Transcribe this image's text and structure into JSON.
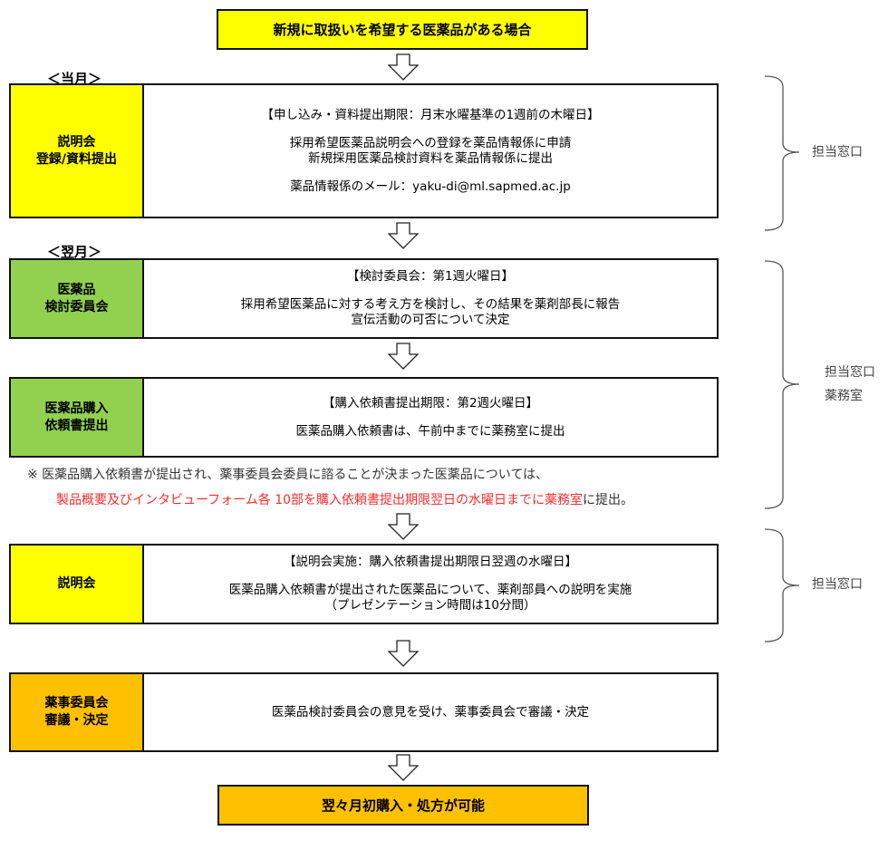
{
  "start": {
    "label": "新規に取扱いを希望する医薬品がある場合"
  },
  "months": {
    "current": "＜当月＞",
    "next": "＜翌月＞"
  },
  "steps": [
    {
      "label_lines": [
        "説明会",
        "登録/資料提出"
      ],
      "color": "#ffff00",
      "body": {
        "deadline": "【申し込み・資料提出期限：月末水曜基準の1週前の木曜日】",
        "lines": [
          "採用希望医薬品説明会への登録を薬品情報係に申請",
          "新規採用医薬品検討資料を薬品情報係に提出"
        ],
        "extra": "薬品情報係のメール：yaku-di@ml.sapmed.ac.jp"
      }
    },
    {
      "label_lines": [
        "医薬品",
        "検討委員会"
      ],
      "color": "#92d050",
      "body": {
        "deadline": "【検討委員会：第1週火曜日】",
        "lines": [
          "採用希望医薬品に対する考え方を検討し、その結果を薬剤部長に報告",
          "宣伝活動の可否について決定"
        ]
      }
    },
    {
      "label_lines": [
        "医薬品購入",
        "依頼書提出"
      ],
      "color": "#92d050",
      "body": {
        "deadline": "【購入依頼書提出期限：第2週火曜日】",
        "lines": [
          "医薬品購入依頼書は、午前中までに薬務室に提出"
        ]
      }
    },
    {
      "label_lines": [
        "説明会"
      ],
      "color": "#ffff00",
      "body": {
        "deadline": "【説明会実施：購入依頼書提出期限日翌週の水曜日】",
        "lines": [
          "医薬品購入依頼書が提出された医薬品について、薬剤部員への説明を実施",
          "（プレゼンテーション時間は10分間）"
        ]
      }
    },
    {
      "label_lines": [
        "薬事委員会",
        "審議・決定"
      ],
      "color": "#ffc000",
      "body": {
        "lines": [
          "医薬品検討委員会の意見を受け、薬事委員会で審議・決定"
        ]
      }
    }
  ],
  "note": {
    "line1": "※ 医薬品購入依頼書が提出され、薬事委員会委員に諮ることが決まった医薬品については、",
    "line2_red": "製品概要及びインタビューフォーム各 10部を購入依頼書提出期限翌日の水曜日までに薬務室",
    "line2_black": "に提出。",
    "accent_color": "#ff2a2a"
  },
  "end": {
    "label": "翌々月初購入・処方が可能"
  },
  "side_labels": [
    {
      "lines": [
        "担当窓口"
      ]
    },
    {
      "lines": [
        "担当窓口",
        "薬務室"
      ]
    },
    {
      "lines": [
        "担当窓口"
      ]
    }
  ],
  "icons": {
    "flow_arrow": "down-arrow-icon",
    "brace": "right-curly-brace"
  }
}
